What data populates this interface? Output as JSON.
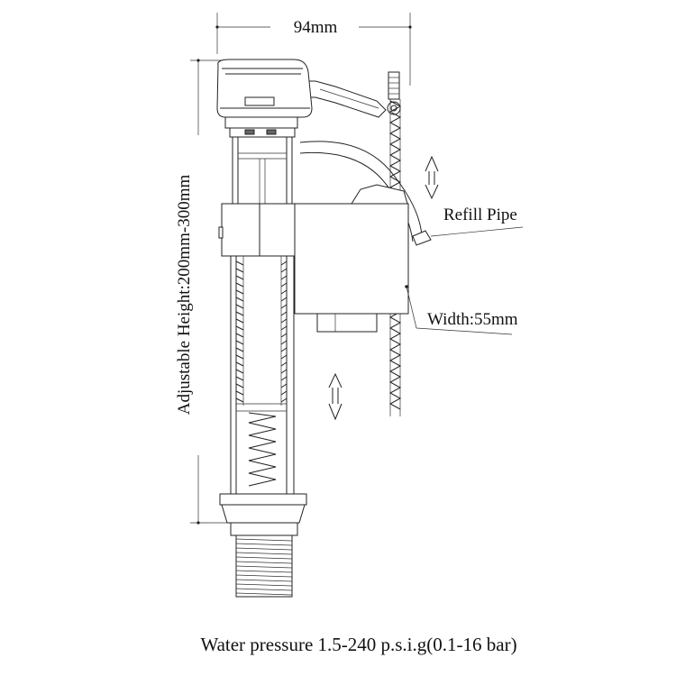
{
  "labels": {
    "width_dimension": "94mm",
    "height_dimension": "Adjustable Height:200mm-300mm",
    "refill_pipe": "Refill Pipe",
    "body_width": "Width:55mm",
    "water_pressure": "Water pressure 1.5-240 p.s.i.g(0.1-16 bar)"
  }
}
